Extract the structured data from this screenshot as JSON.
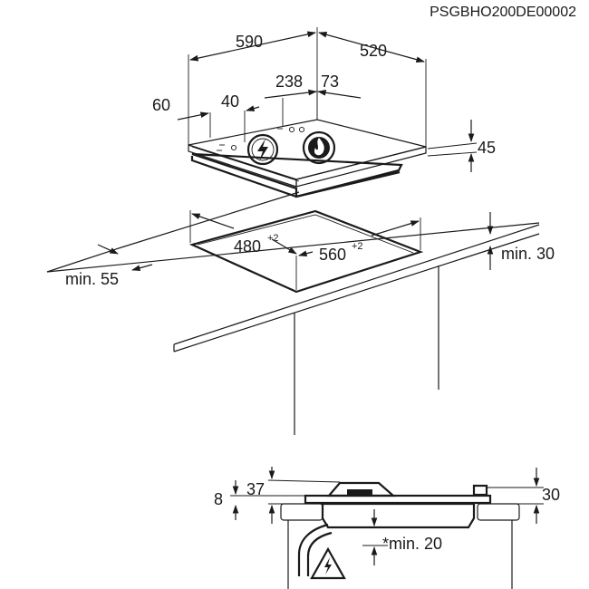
{
  "diagram": {
    "code": "PSGBHO200DE00002",
    "dims": {
      "width": "590",
      "depth": "520",
      "control_depth": "238",
      "burner_offset": "73",
      "left_margin": "60",
      "knob_offset": "40",
      "height": "45",
      "cutout_depth": "480",
      "cutout_depth_tol": "+2",
      "cutout_width": "560",
      "cutout_width_tol": "+2",
      "min_front": "min. 55",
      "min_rear": "min. 30",
      "section_37": "37",
      "section_8": "8",
      "section_30": "30",
      "min_below": "*min. 20"
    }
  }
}
